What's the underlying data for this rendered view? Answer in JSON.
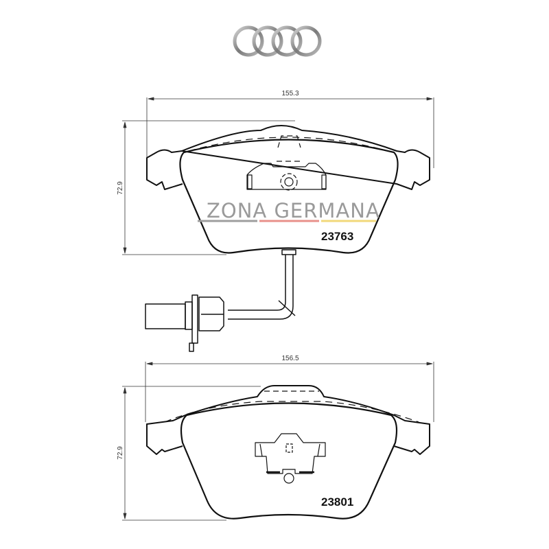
{
  "logo": {
    "brand": "audi-rings",
    "ring_count": 4,
    "color": "#8a8a8a"
  },
  "watermark": {
    "text": "ZONA GERMANA",
    "stripe_colors": [
      "#9e9e9e",
      "#e8908a",
      "#f2d87a"
    ]
  },
  "pads": [
    {
      "part_number": "23763",
      "width_label": "155.3",
      "height_label": "72.9",
      "has_wear_sensor": true
    },
    {
      "part_number": "23801",
      "width_label": "156.5",
      "height_label": "72.9",
      "has_wear_sensor": false
    }
  ]
}
